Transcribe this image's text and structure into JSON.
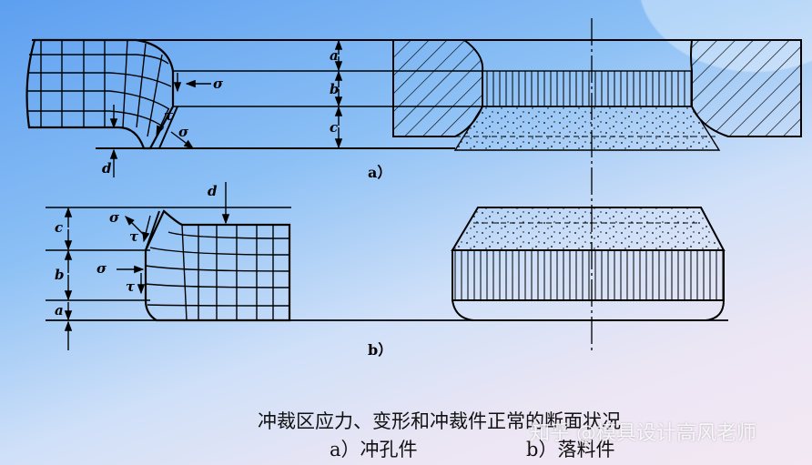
{
  "diagram": {
    "labels": {
      "a": "a",
      "b": "b",
      "c": "c",
      "d": "d",
      "sigma": "σ",
      "tau": "τ"
    },
    "sub_a": "a）",
    "sub_b": "b）"
  },
  "caption": {
    "line1": "冲裁区应力、变形和冲裁件正常的断面状况",
    "part_a": "a）冲孔件",
    "part_b": "b）落料件"
  },
  "watermark": "知乎 @模具设计高风老师"
}
